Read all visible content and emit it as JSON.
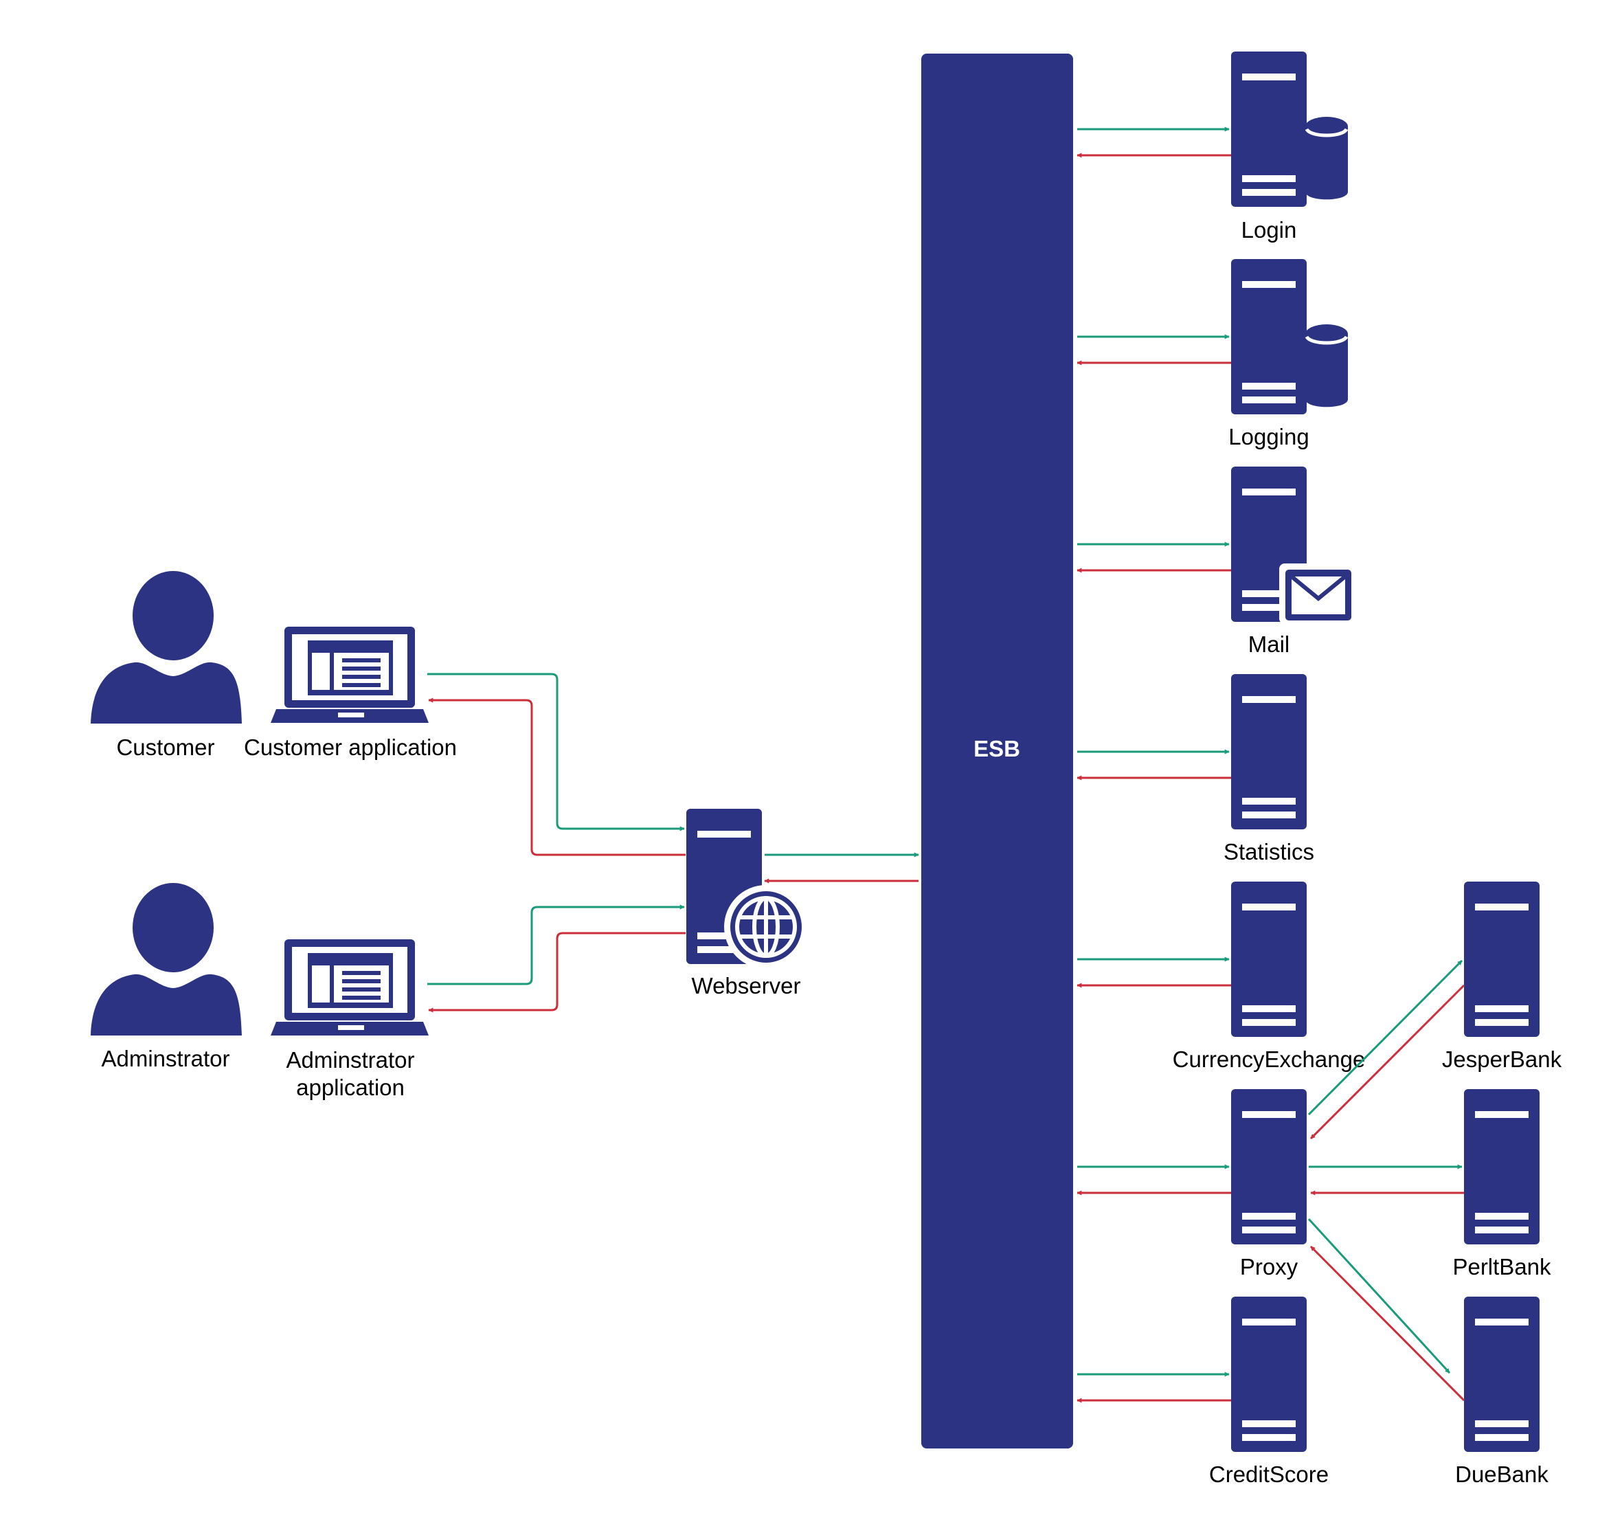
{
  "colors": {
    "node": "#2B3382",
    "request_arrow": "#1A9B7B",
    "response_arrow": "#CC2E3B",
    "background": "#FFFFFF"
  },
  "actors": {
    "customer": {
      "label": "Customer",
      "icon": "person-icon"
    },
    "administrator": {
      "label": "Adminstrator",
      "icon": "person-icon"
    }
  },
  "applications": {
    "customer_app": {
      "label": "Customer application",
      "icon": "laptop-icon"
    },
    "admin_app": {
      "label_line1": "Adminstrator",
      "label_line2": "application",
      "icon": "laptop-icon"
    }
  },
  "webserver": {
    "label": "Webserver",
    "icon": "server-globe-icon"
  },
  "esb": {
    "label": "ESB"
  },
  "services": {
    "login": {
      "label": "Login",
      "icon": "server-database-icon"
    },
    "logging": {
      "label": "Logging",
      "icon": "server-database-icon"
    },
    "mail": {
      "label": "Mail",
      "icon": "server-mail-icon"
    },
    "statistics": {
      "label": "Statistics",
      "icon": "server-icon"
    },
    "currency_exchange": {
      "label": "CurrencyExchange",
      "icon": "server-icon"
    },
    "proxy": {
      "label": "Proxy",
      "icon": "server-icon"
    },
    "credit_score": {
      "label": "CreditScore",
      "icon": "server-icon"
    }
  },
  "banks": {
    "jesper": {
      "label": "JesperBank",
      "icon": "server-icon"
    },
    "perlt": {
      "label": "PerltBank",
      "icon": "server-icon"
    },
    "due": {
      "label": "DueBank",
      "icon": "server-icon"
    }
  }
}
